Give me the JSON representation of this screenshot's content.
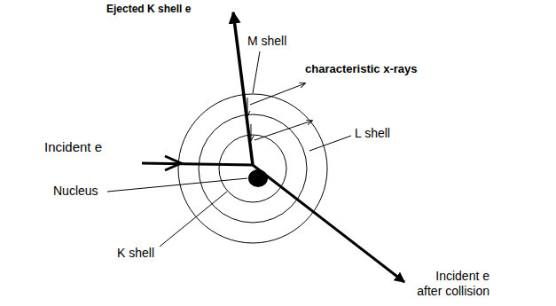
{
  "diagram": {
    "labels": [
      "Ejected K shell e",
      "M shell",
      "characteristic x-rays",
      "L shell",
      "Incident e",
      "Nucleus",
      "K shell",
      "Incident e after collision"
    ]
  }
}
